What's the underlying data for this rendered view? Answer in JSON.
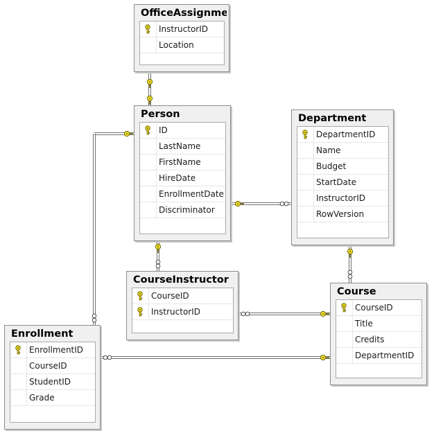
{
  "tables": {
    "office_assignment": {
      "title": "OfficeAssignment",
      "columns": [
        {
          "name": "InstructorID",
          "pk": true
        },
        {
          "name": "Location",
          "pk": false
        }
      ]
    },
    "person": {
      "title": "Person",
      "columns": [
        {
          "name": "ID",
          "pk": true
        },
        {
          "name": "LastName",
          "pk": false
        },
        {
          "name": "FirstName",
          "pk": false
        },
        {
          "name": "HireDate",
          "pk": false
        },
        {
          "name": "EnrollmentDate",
          "pk": false
        },
        {
          "name": "Discriminator",
          "pk": false
        }
      ]
    },
    "department": {
      "title": "Department",
      "columns": [
        {
          "name": "DepartmentID",
          "pk": true
        },
        {
          "name": "Name",
          "pk": false
        },
        {
          "name": "Budget",
          "pk": false
        },
        {
          "name": "StartDate",
          "pk": false
        },
        {
          "name": "InstructorID",
          "pk": false
        },
        {
          "name": "RowVersion",
          "pk": false
        }
      ]
    },
    "course_instructor": {
      "title": "CourseInstructor",
      "columns": [
        {
          "name": "CourseID",
          "pk": true
        },
        {
          "name": "InstructorID",
          "pk": true
        }
      ]
    },
    "course": {
      "title": "Course",
      "columns": [
        {
          "name": "CourseID",
          "pk": true
        },
        {
          "name": "Title",
          "pk": false
        },
        {
          "name": "Credits",
          "pk": false
        },
        {
          "name": "DepartmentID",
          "pk": false
        }
      ]
    },
    "enrollment": {
      "title": "Enrollment",
      "columns": [
        {
          "name": "EnrollmentID",
          "pk": true
        },
        {
          "name": "CourseID",
          "pk": false
        },
        {
          "name": "StudentID",
          "pk": false
        },
        {
          "name": "Grade",
          "pk": false
        }
      ]
    }
  },
  "relationships": [
    {
      "from": "office_assignment",
      "to": "person",
      "from_end": "one",
      "to_end": "one"
    },
    {
      "from": "person",
      "to": "course_instructor",
      "from_end": "one",
      "to_end": "many"
    },
    {
      "from": "person",
      "to": "department",
      "from_end": "one",
      "to_end": "many"
    },
    {
      "from": "person",
      "to": "enrollment",
      "from_end": "one",
      "to_end": "many"
    },
    {
      "from": "department",
      "to": "course",
      "from_end": "one",
      "to_end": "many"
    },
    {
      "from": "course_instructor",
      "to": "course",
      "from_end": "many",
      "to_end": "one"
    },
    {
      "from": "enrollment",
      "to": "course",
      "from_end": "many",
      "to_end": "one"
    }
  ],
  "colors": {
    "key_fill": "#f2e02a",
    "key_stroke": "#6e6400",
    "connector": "#707070",
    "box_bg": "#f0f0f0",
    "grid_bg": "#ffffff"
  },
  "icons": {
    "primary_key": "key-icon"
  }
}
